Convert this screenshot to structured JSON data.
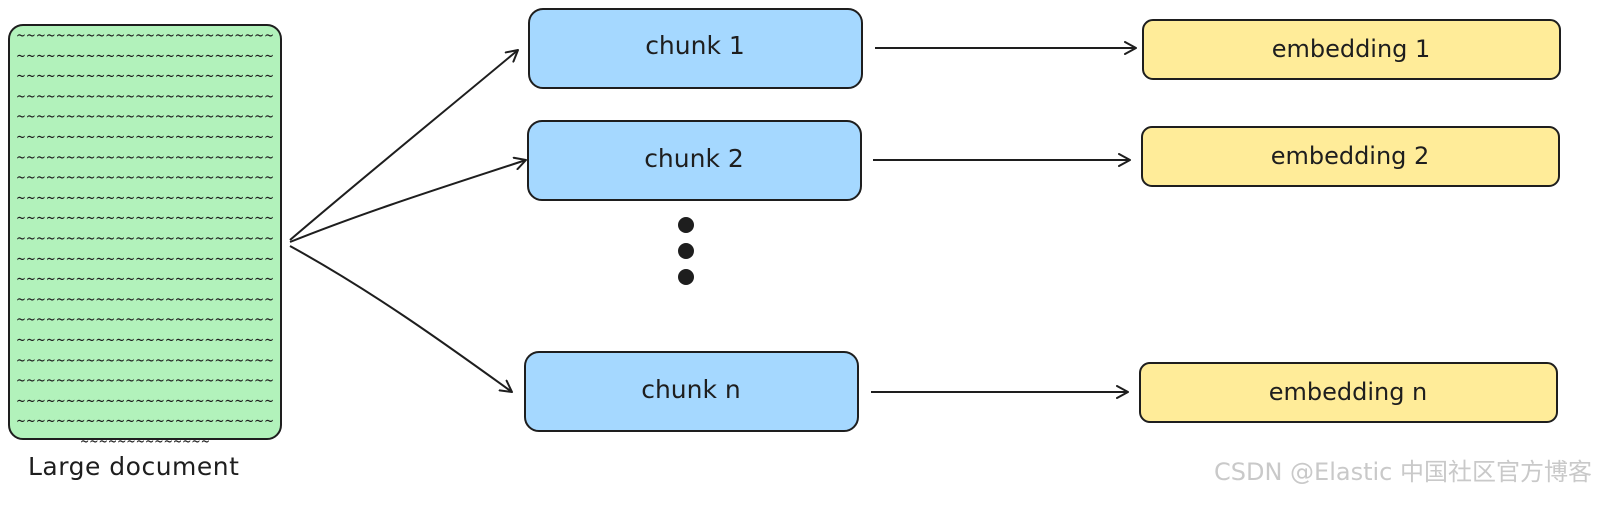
{
  "document": {
    "label": "Large document",
    "fill_color": "#b2f2bb",
    "text_line": "~~~~~~~~~~~~~~~~~~~~~~~~~~",
    "last_line": "~~~~~~~~~~~~~~",
    "line_count": 20
  },
  "chunks": [
    {
      "label": "chunk 1"
    },
    {
      "label": "chunk 2"
    },
    {
      "label": "chunk n"
    }
  ],
  "chunk_fill_color": "#a5d8ff",
  "embeddings": [
    {
      "label": "embedding 1"
    },
    {
      "label": "embedding 2"
    },
    {
      "label": "embedding n"
    }
  ],
  "embedding_fill_color": "#ffec99",
  "stroke_color": "#1e1e1e",
  "ellipsis_icon": "vertical-ellipsis-icon",
  "watermark": "CSDN @Elastic 中国社区官方博客"
}
